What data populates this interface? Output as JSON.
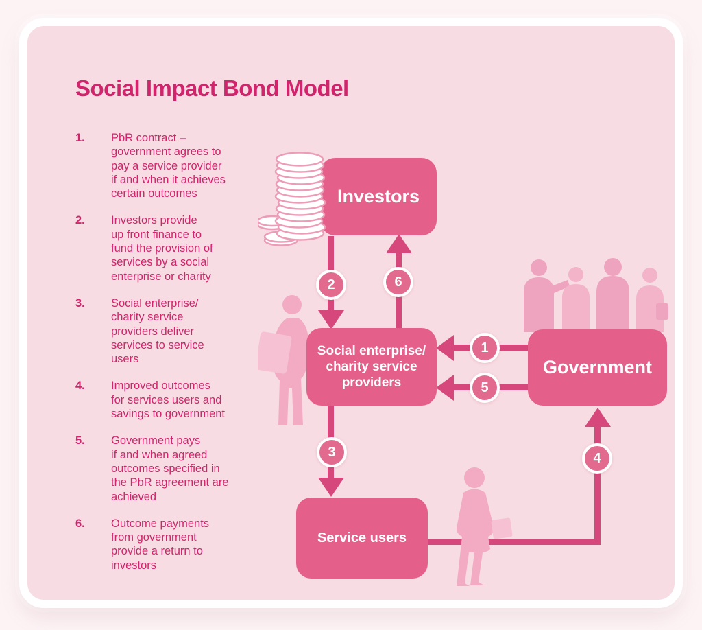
{
  "title": "Social Impact Bond Model",
  "legend": {
    "items": [
      {
        "num": "1.",
        "text": "PbR contract –\ngovernment agrees to\npay a service provider\nif and when it achieves\ncertain outcomes"
      },
      {
        "num": "2.",
        "text": "Investors provide\nup front finance to\nfund the provision of\nservices by a social\nenterprise or charity"
      },
      {
        "num": "3.",
        "text": "Social enterprise/\ncharity service\nproviders deliver\nservices to service\nusers"
      },
      {
        "num": "4.",
        "text": "Improved outcomes\nfor services users and\nsavings to government"
      },
      {
        "num": "5.",
        "text": "Government pays\nif and when agreed\noutcomes specified in\nthe PbR agreement are\nachieved"
      },
      {
        "num": "6.",
        "text": "Outcome payments\nfrom government\nprovide a return to\ninvestors"
      }
    ]
  },
  "nodes": {
    "investors": {
      "label": "Investors"
    },
    "providers": {
      "label": "Social enterprise/\ncharity service\nproviders"
    },
    "government": {
      "label": "Government"
    },
    "service_users": {
      "label": "Service users"
    }
  },
  "markers": {
    "m1": "1",
    "m2": "2",
    "m3": "3",
    "m4": "4",
    "m5": "5",
    "m6": "6"
  },
  "icons": {
    "coins": "coin-stack-icon",
    "provider_person": "person-with-bag-silhouette-icon",
    "government_group": "people-group-silhouette-icon",
    "service_user": "woman-silhouette-icon"
  },
  "colors": {
    "accent_magenta": "#d1246c",
    "node_pink": "#e4608a",
    "arrow_pink": "#d6487b",
    "marker_pink": "#e26a8e",
    "silhouette_pink": "#f2abc3",
    "card_background": "#f8dce3",
    "page_background": "#fdf3f5"
  }
}
